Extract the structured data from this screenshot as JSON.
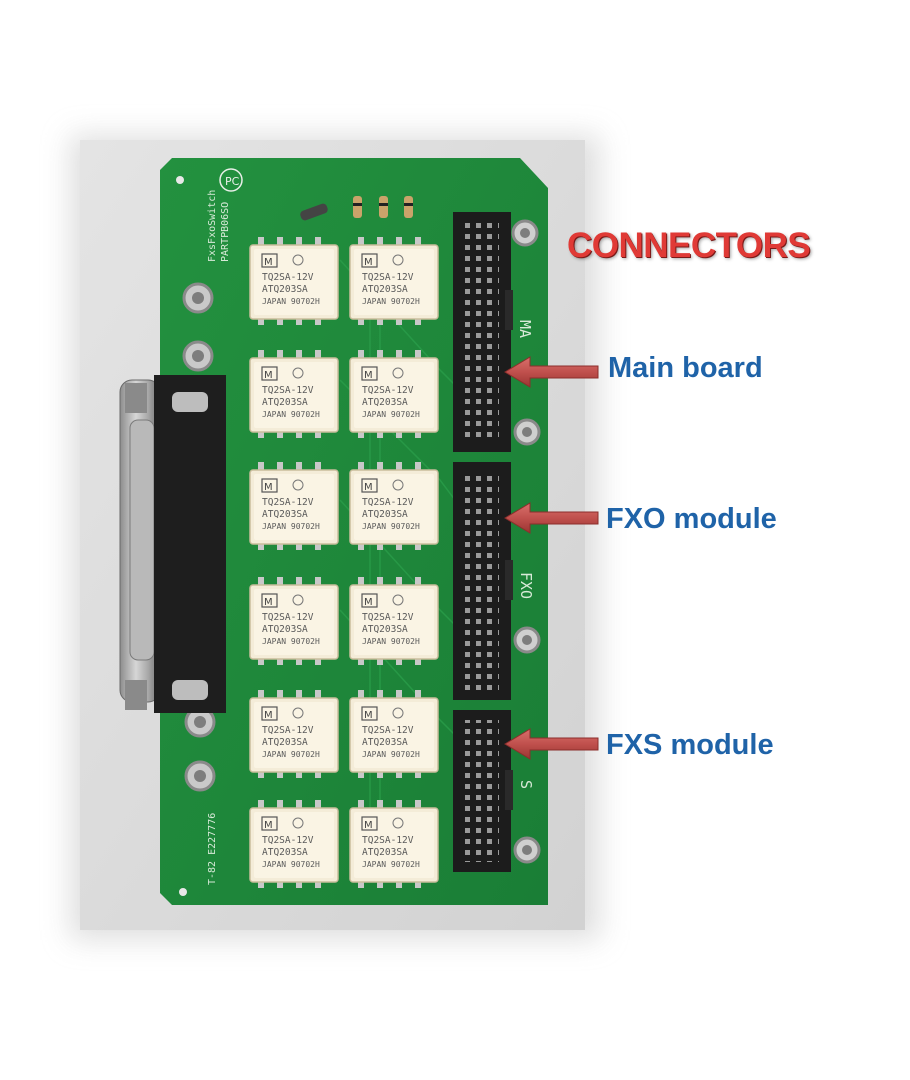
{
  "title": "CONNECTORS",
  "connectors": [
    {
      "label": "Main board"
    },
    {
      "label": "FXO module"
    },
    {
      "label": "FXS module"
    }
  ],
  "board": {
    "silkscreen_top": "FxsFxoSwitch",
    "silkscreen_part": "PARTPB06SO",
    "silkscreen_date": "T-82 E227776",
    "connector_fxo": "FXO",
    "connector_fxs": "S",
    "connector_main": "MA"
  },
  "relay": {
    "line1": "TQ2SA-12V",
    "line2": "ATQ203SA",
    "line3": "JAPAN",
    "line4": "90702H",
    "count": 12
  },
  "colors": {
    "title": "#e03a36",
    "labels": "#1f63a8",
    "arrow": "#c0504d",
    "pcb": "#1f8a3c"
  }
}
